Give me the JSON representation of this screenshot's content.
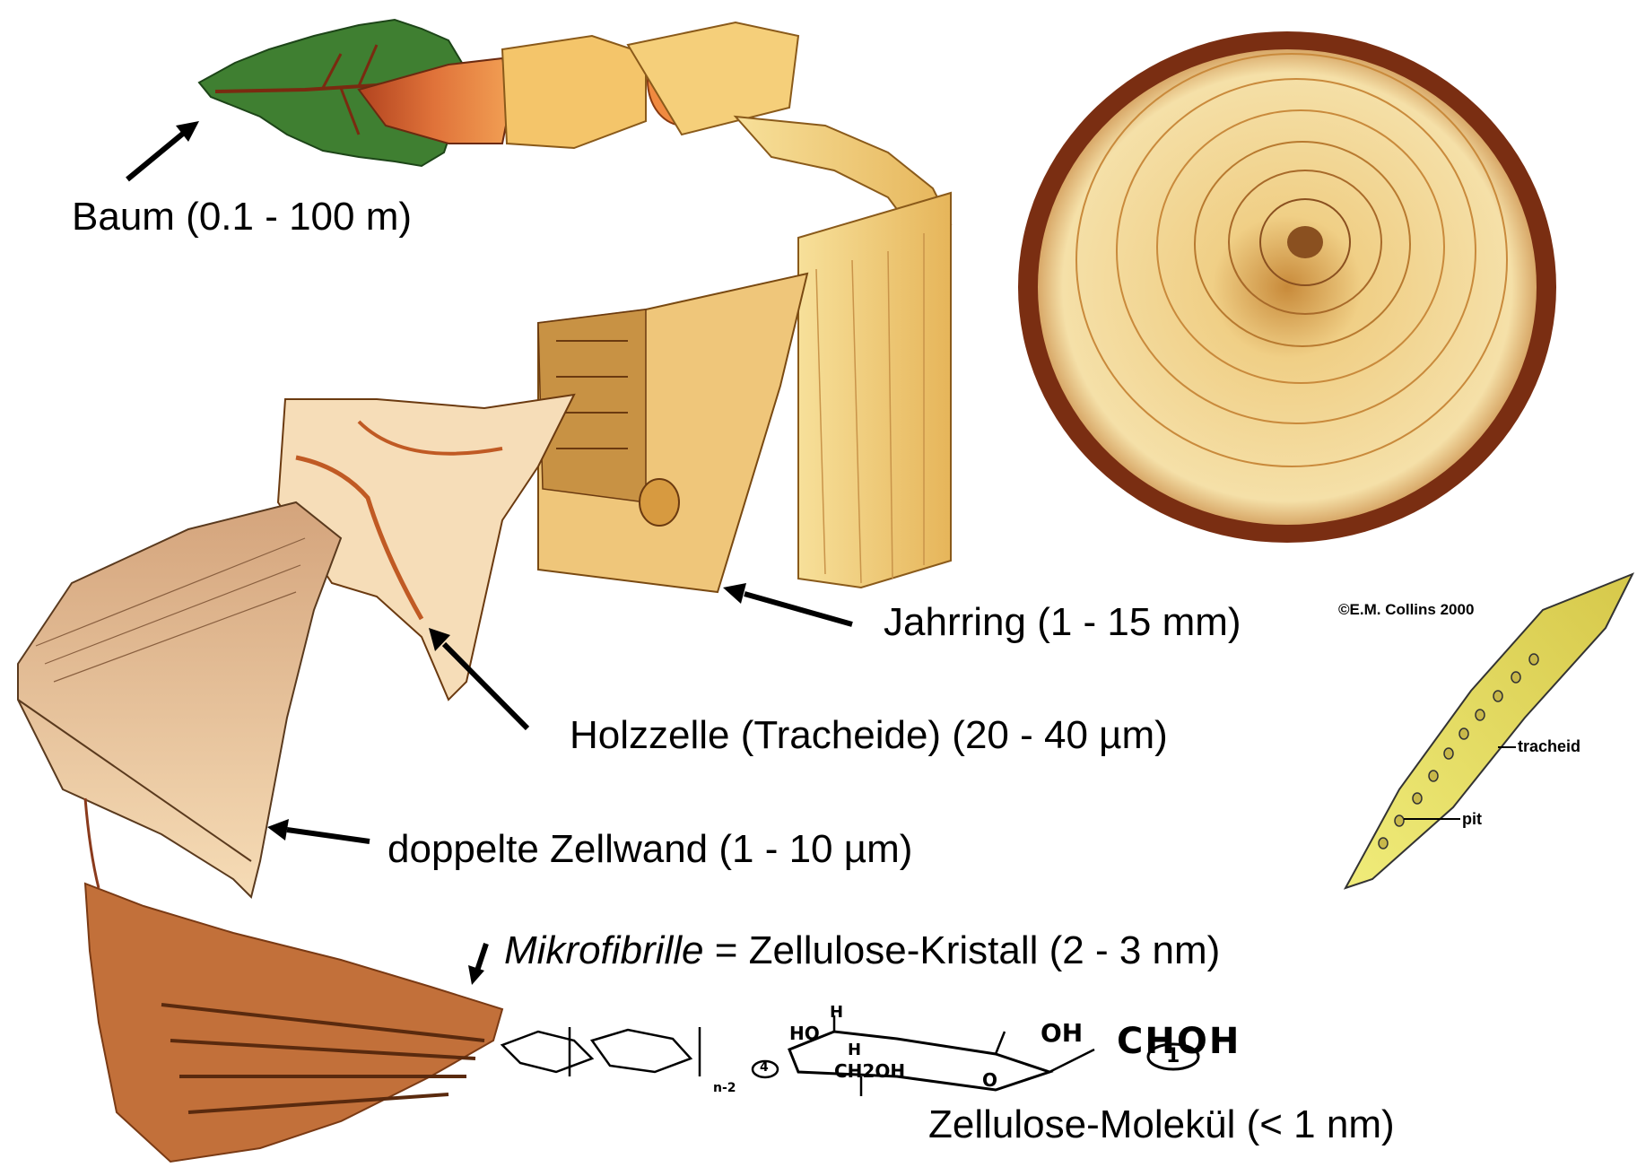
{
  "labels": {
    "baum": "Baum (0.1 - 100 m)",
    "jahrring": "Jahrring (1 - 15 mm)",
    "holzzelle": "Holzzelle (Tracheide) (20 - 40 µm)",
    "zellwand": "doppelte Zellwand (1 - 10 µm)",
    "mikrofibrille_italic": "Mikrofibrille",
    "mikrofibrille_rest": " = Zellulose-Kristall (2 - 3 nm)",
    "molekuel": "Zellulose-Molekül (< 1 nm)"
  },
  "credit": "©E.M. Collins 2000",
  "tracheid_labels": {
    "tracheid": "tracheid",
    "pit": "pit"
  },
  "formula": {
    "oh_top": "OH",
    "choh": "CHOH",
    "ho": "HO",
    "h": "H",
    "ch2oh": "CH2OH",
    "o": "O",
    "one": "1",
    "four": "4",
    "n2": "n-2"
  },
  "colors": {
    "leaf": "#3e7d2f",
    "bark": "#8b3a1c",
    "wood_light": "#f6d98a",
    "wood_mid": "#e9b860",
    "cell_wall": "#f3d8b4",
    "tracheid": "#e8e46a",
    "ring_dark": "#7a2e12"
  }
}
